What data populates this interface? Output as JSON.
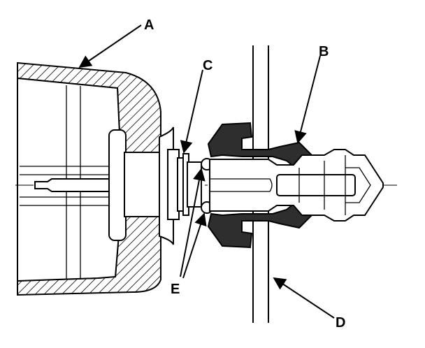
{
  "callouts": {
    "a": "A",
    "b": "B",
    "c": "C",
    "d": "D",
    "e": "E"
  },
  "colors": {
    "line": "#000000",
    "grommet_fill": "#2e2e2e",
    "background": "#ffffff"
  }
}
